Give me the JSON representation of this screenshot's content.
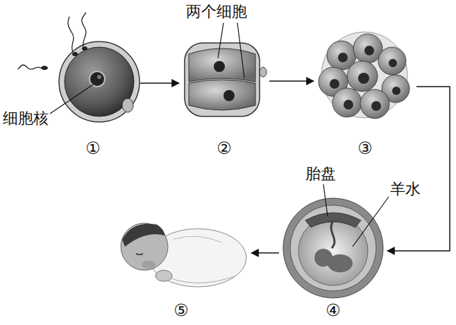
{
  "diagram": {
    "nodes": [
      {
        "text": [
          "①"
        ]
      },
      {
        "text": [
          "②"
        ]
      },
      {
        "text": [
          "③"
        ]
      },
      {
        "text": [
          "④"
        ]
      },
      {
        "text": [
          "⑤"
        ]
      }
    ],
    "edges": [
      {
        "from": 0,
        "to": 1,
        "arrow": "to"
      },
      {
        "from": 1,
        "to": 2,
        "arrow": "to"
      },
      {
        "from": 2,
        "to": 3,
        "arrow": "to"
      },
      {
        "from": 3,
        "to": 4,
        "arrow": "to"
      }
    ],
    "labels": [
      "两个细胞",
      "细胞核",
      "胎盘",
      "羊水"
    ]
  }
}
